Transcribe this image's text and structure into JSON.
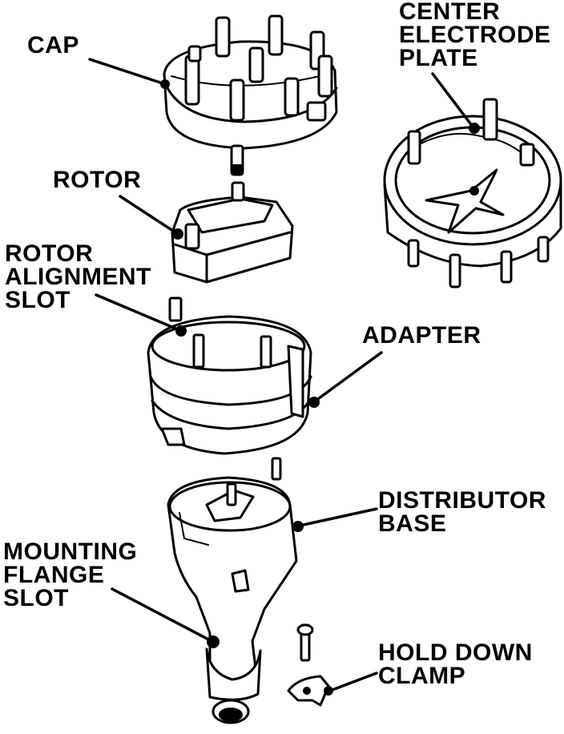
{
  "labels": {
    "cap": [
      "CAP"
    ],
    "center_electrode_plate": [
      "CENTER",
      "ELECTRODE",
      "PLATE"
    ],
    "rotor": [
      "ROTOR"
    ],
    "rotor_alignment_slot": [
      "ROTOR",
      "ALIGNMENT",
      "SLOT"
    ],
    "adapter": [
      "ADAPTER"
    ],
    "distributor_base": [
      "DISTRIBUTOR",
      "BASE"
    ],
    "mounting_flange_slot": [
      "MOUNTING",
      "FLANGE",
      "SLOT"
    ],
    "hold_down_clamp": [
      "HOLD DOWN",
      "CLAMP"
    ]
  },
  "colors": {
    "ink": "#000000",
    "paper": "#ffffff"
  }
}
